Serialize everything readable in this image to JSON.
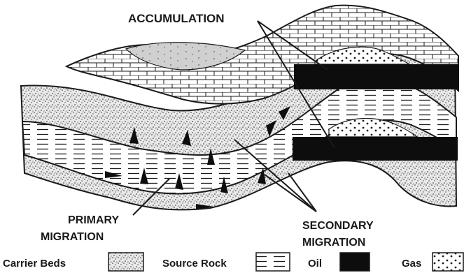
{
  "labels": {
    "accumulation": "ACCUMULATION",
    "primary_line1": "PRIMARY",
    "primary_line2": "MIGRATION",
    "secondary_line1": "SECONDARY",
    "secondary_line2": "MIGRATION"
  },
  "legend": [
    {
      "label": "Carrier Beds",
      "pattern": "stipple"
    },
    {
      "label": "Source Rock",
      "pattern": "dashed-lines"
    },
    {
      "label": "Oil",
      "pattern": "solid-black"
    },
    {
      "label": "Gas",
      "pattern": "dots"
    }
  ],
  "colors": {
    "ink": "#1a1a1a",
    "paper": "#ffffff",
    "oil": "#0d0d0d",
    "speckle": "#9a9a9a"
  }
}
